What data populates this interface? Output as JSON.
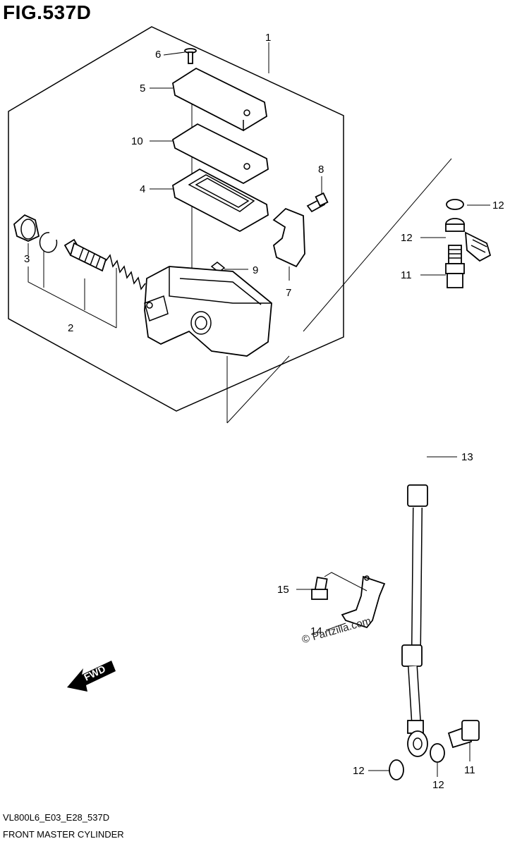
{
  "figure": {
    "title": "FIG.537D"
  },
  "callouts": {
    "c1": "1",
    "c2": "2",
    "c3": "3",
    "c4": "4",
    "c5": "5",
    "c6": "6",
    "c7": "7",
    "c8": "8",
    "c9": "9",
    "c10": "10",
    "c11a": "11",
    "c11b": "11",
    "c12a": "12",
    "c12b": "12",
    "c12c": "12",
    "c12d": "12",
    "c13": "13",
    "c14": "14",
    "c15": "15"
  },
  "fwd": "FWD",
  "watermark": "© Partzilla.com",
  "footer": {
    "code": "VL800L6_E03_E28_537D",
    "name": "FRONT MASTER CYLINDER"
  }
}
